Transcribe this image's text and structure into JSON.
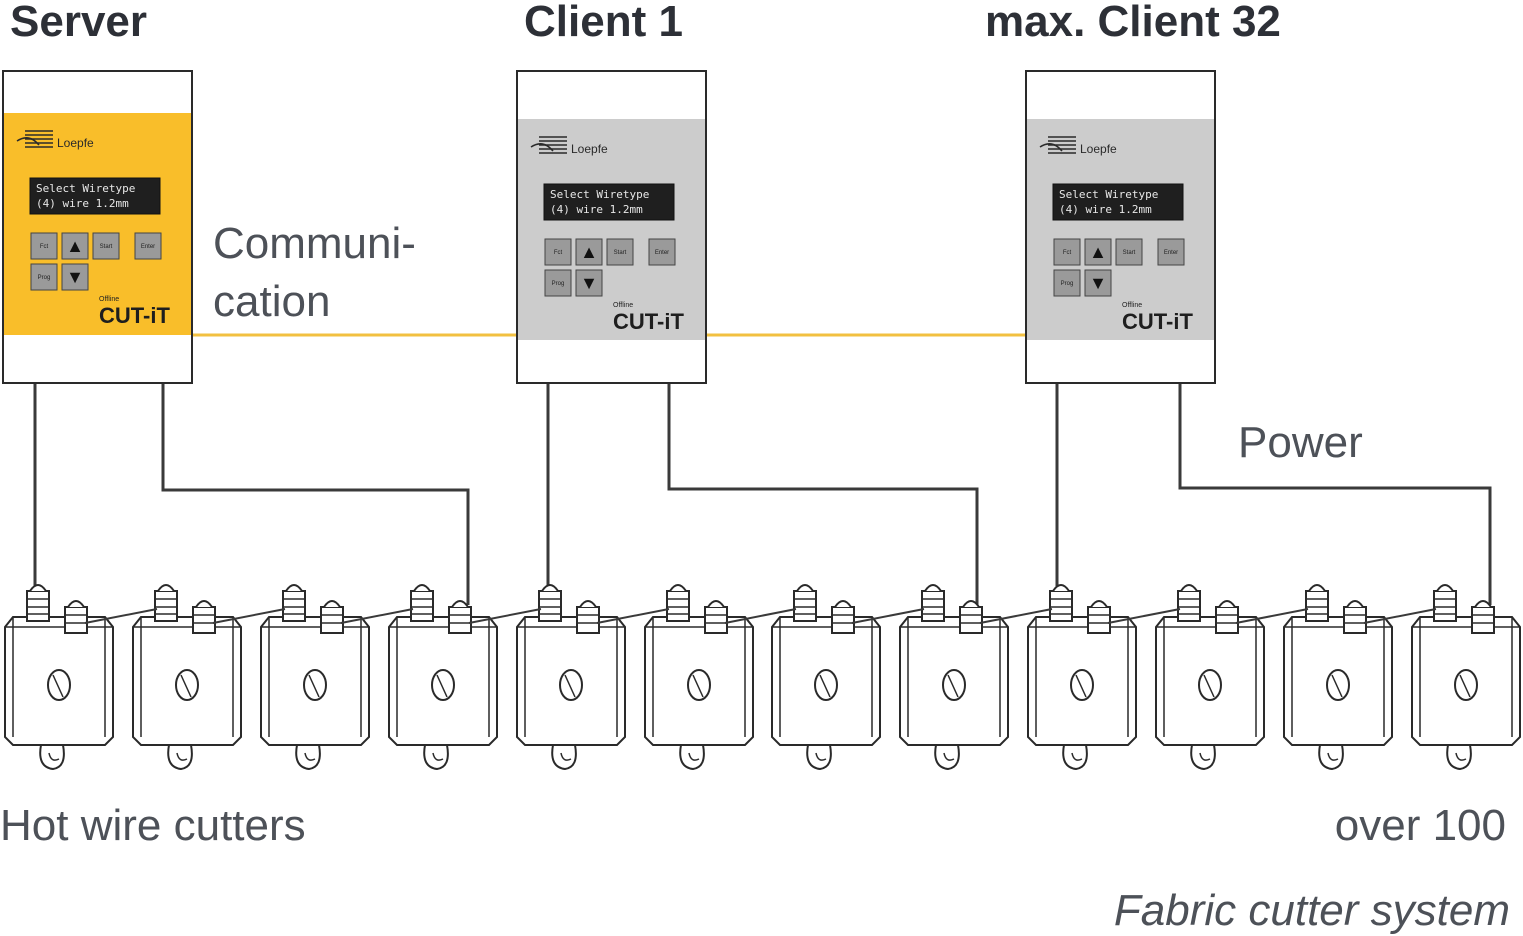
{
  "diagram": {
    "nodes": [
      {
        "id": "server",
        "title": "Server",
        "panel_color": "#f9be2a",
        "brand": "Loepfe",
        "lcd_line1": "Select Wiretype",
        "lcd_line2": "(4) wire 1.2mm",
        "product": "CUT-iT",
        "product_small": "Offline"
      },
      {
        "id": "client1",
        "title": "Client 1",
        "panel_color": "#cccccc",
        "brand": "Loepfe",
        "lcd_line1": "Select Wiretype",
        "lcd_line2": "(4) wire 1.2mm",
        "product": "CUT-iT",
        "product_small": "Offline"
      },
      {
        "id": "client32",
        "title": "max. Client 32",
        "panel_color": "#cccccc",
        "brand": "Loepfe",
        "lcd_line1": "Select Wiretype",
        "lcd_line2": "(4) wire 1.2mm",
        "product": "CUT-iT",
        "product_small": "Offline"
      }
    ],
    "keys": [
      "Fct",
      "Start",
      "Prog",
      "Enter"
    ],
    "labels": {
      "communication_line1": "Communi-",
      "communication_line2": "cation",
      "power": "Power",
      "hot_wire_cutters": "Hot wire cutters",
      "over_100": "over 100",
      "caption": "Fabric cutter system"
    },
    "colors": {
      "communication_line": "#f2c040",
      "power_line": "#3a3a3a",
      "title_text": "#2d3037",
      "label_text": "#4d5158"
    },
    "cutter_count": 12
  }
}
